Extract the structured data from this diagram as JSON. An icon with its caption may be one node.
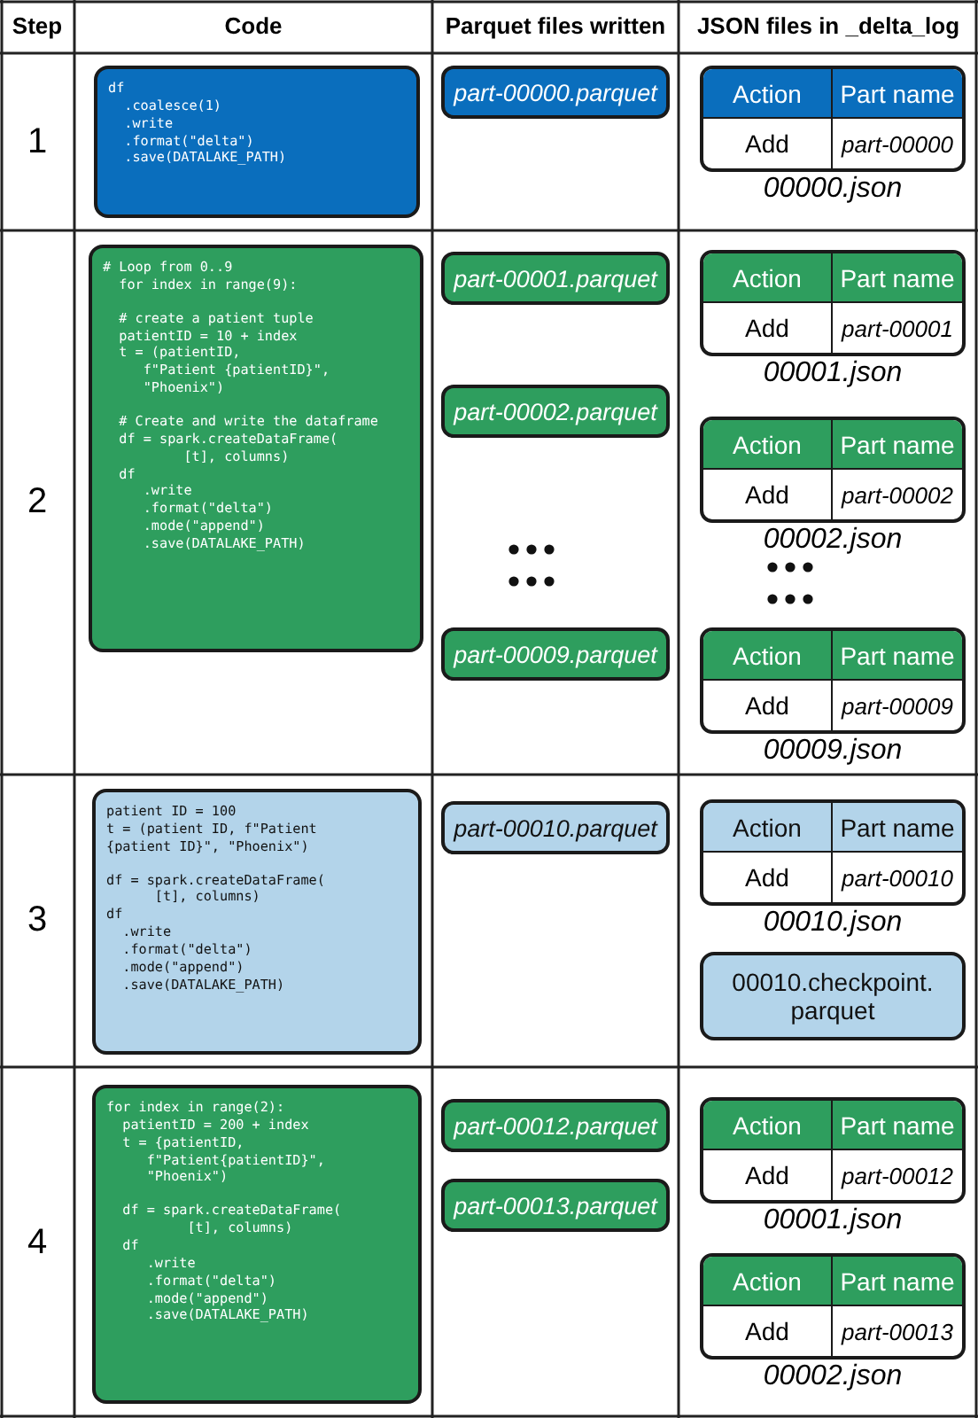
{
  "diagram": {
    "nodes": [
      {
        "text": [
          "df\n  .coalesce(1)\n  .write\n  .format(\"delta\")\n  .save(DATALAKE_PATH)"
        ]
      },
      {
        "text": [
          "part-00000.parquet"
        ]
      },
      {
        "text": [
          "Action",
          "Part name",
          "Add",
          "part-00000"
        ],
        "beside": [
          "00000.json"
        ]
      },
      {
        "text": [
          "# Loop from 0..9\n  for index in range(9):",
          "  # create a patient tuple\n  patientID = 10 + index\n  t = (patientID,\n     f\"Patient {patientID}\",\n     \"Phoenix\")",
          "  # Create and write the dataframe\n  df = spark.createDataFrame(\n          [t], columns)\n  df\n     .write\n     .format(\"delta\")\n     .mode(\"append\")\n     .save(DATALAKE_PATH)"
        ]
      },
      {
        "text": [
          "part-00001.parquet"
        ]
      },
      {
        "text": [
          "part-00002.parquet"
        ]
      },
      {
        "text": [
          "part-00009.parquet"
        ]
      },
      {
        "text": [
          "Action",
          "Part name",
          "Add",
          "part-00001"
        ],
        "beside": [
          "00001.json"
        ]
      },
      {
        "text": [
          "Action",
          "Part name",
          "Add",
          "part-00002"
        ],
        "beside": [
          "00002.json"
        ]
      },
      {
        "text": [
          "Action",
          "Part name",
          "Add",
          "part-00009"
        ],
        "beside": [
          "00009.json"
        ]
      },
      {
        "text": [
          "patient ID = 100\nt = (patient ID, f\"Patient\n{patient ID}\", \"Phoenix\")",
          "df = spark.createDataFrame(\n      [t], columns)\ndf\n  .write\n  .format(\"delta\")\n  .mode(\"append\")\n  .save(DATALAKE_PATH)"
        ]
      },
      {
        "text": [
          "part-00010.parquet"
        ]
      },
      {
        "text": [
          "Action",
          "Part name",
          "Add",
          "part-00010"
        ],
        "beside": [
          "00010.json"
        ]
      },
      {
        "text": [
          "00010.checkpoint. parquet"
        ]
      },
      {
        "text": [
          "for index in range(2):\n  patientID = 200 + index\n  t = {patientID,\n     f\"Patient{patientID}\",\n     \"Phoenix\")",
          "  df = spark.createDataFrame(\n          [t], columns)\n  df\n     .write\n     .format(\"delta\")\n     .mode(\"append\")\n     .save(DATALAKE_PATH)"
        ]
      },
      {
        "text": [
          "part-00012.parquet"
        ]
      },
      {
        "text": [
          "part-00013.parquet"
        ]
      },
      {
        "text": [
          "Action",
          "Part name",
          "Add",
          "part-00012"
        ],
        "beside": [
          "00001.json"
        ]
      },
      {
        "text": [
          "Action",
          "Part name",
          "Add",
          "part-00013"
        ],
        "beside": [
          "00002.json"
        ]
      }
    ],
    "edges": [],
    "labels": [
      "Step",
      "Code",
      "Parquet files written",
      "JSON files in _delta_log",
      "1",
      "2",
      "3",
      "4"
    ]
  }
}
